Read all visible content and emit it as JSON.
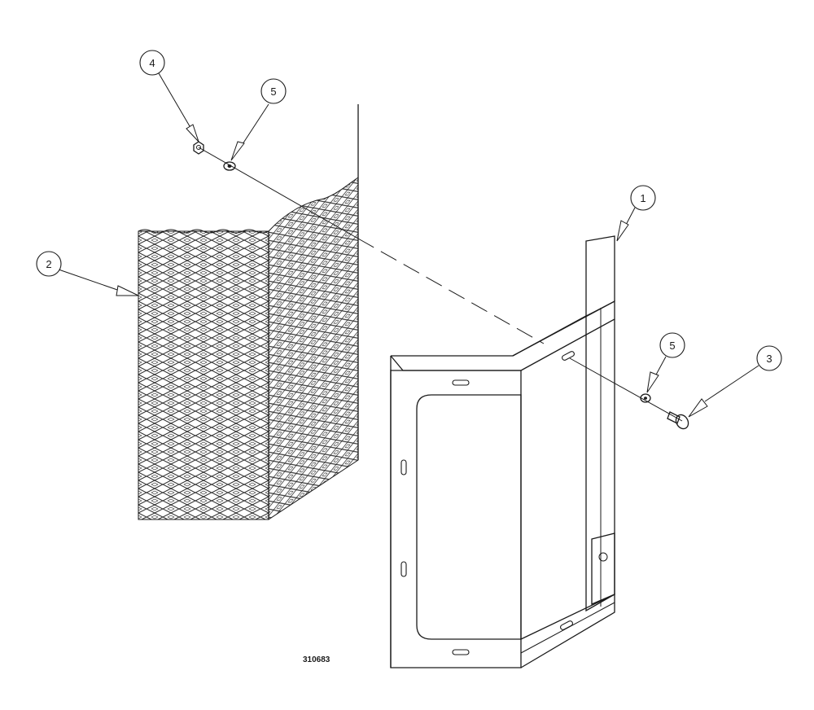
{
  "drawing_number": "310683",
  "callouts": [
    {
      "id": "callout-1",
      "label": "1"
    },
    {
      "id": "callout-2",
      "label": "2"
    },
    {
      "id": "callout-3",
      "label": "3"
    },
    {
      "id": "callout-4",
      "label": "4"
    },
    {
      "id": "callout-5a",
      "label": "5"
    },
    {
      "id": "callout-5b",
      "label": "5"
    }
  ]
}
